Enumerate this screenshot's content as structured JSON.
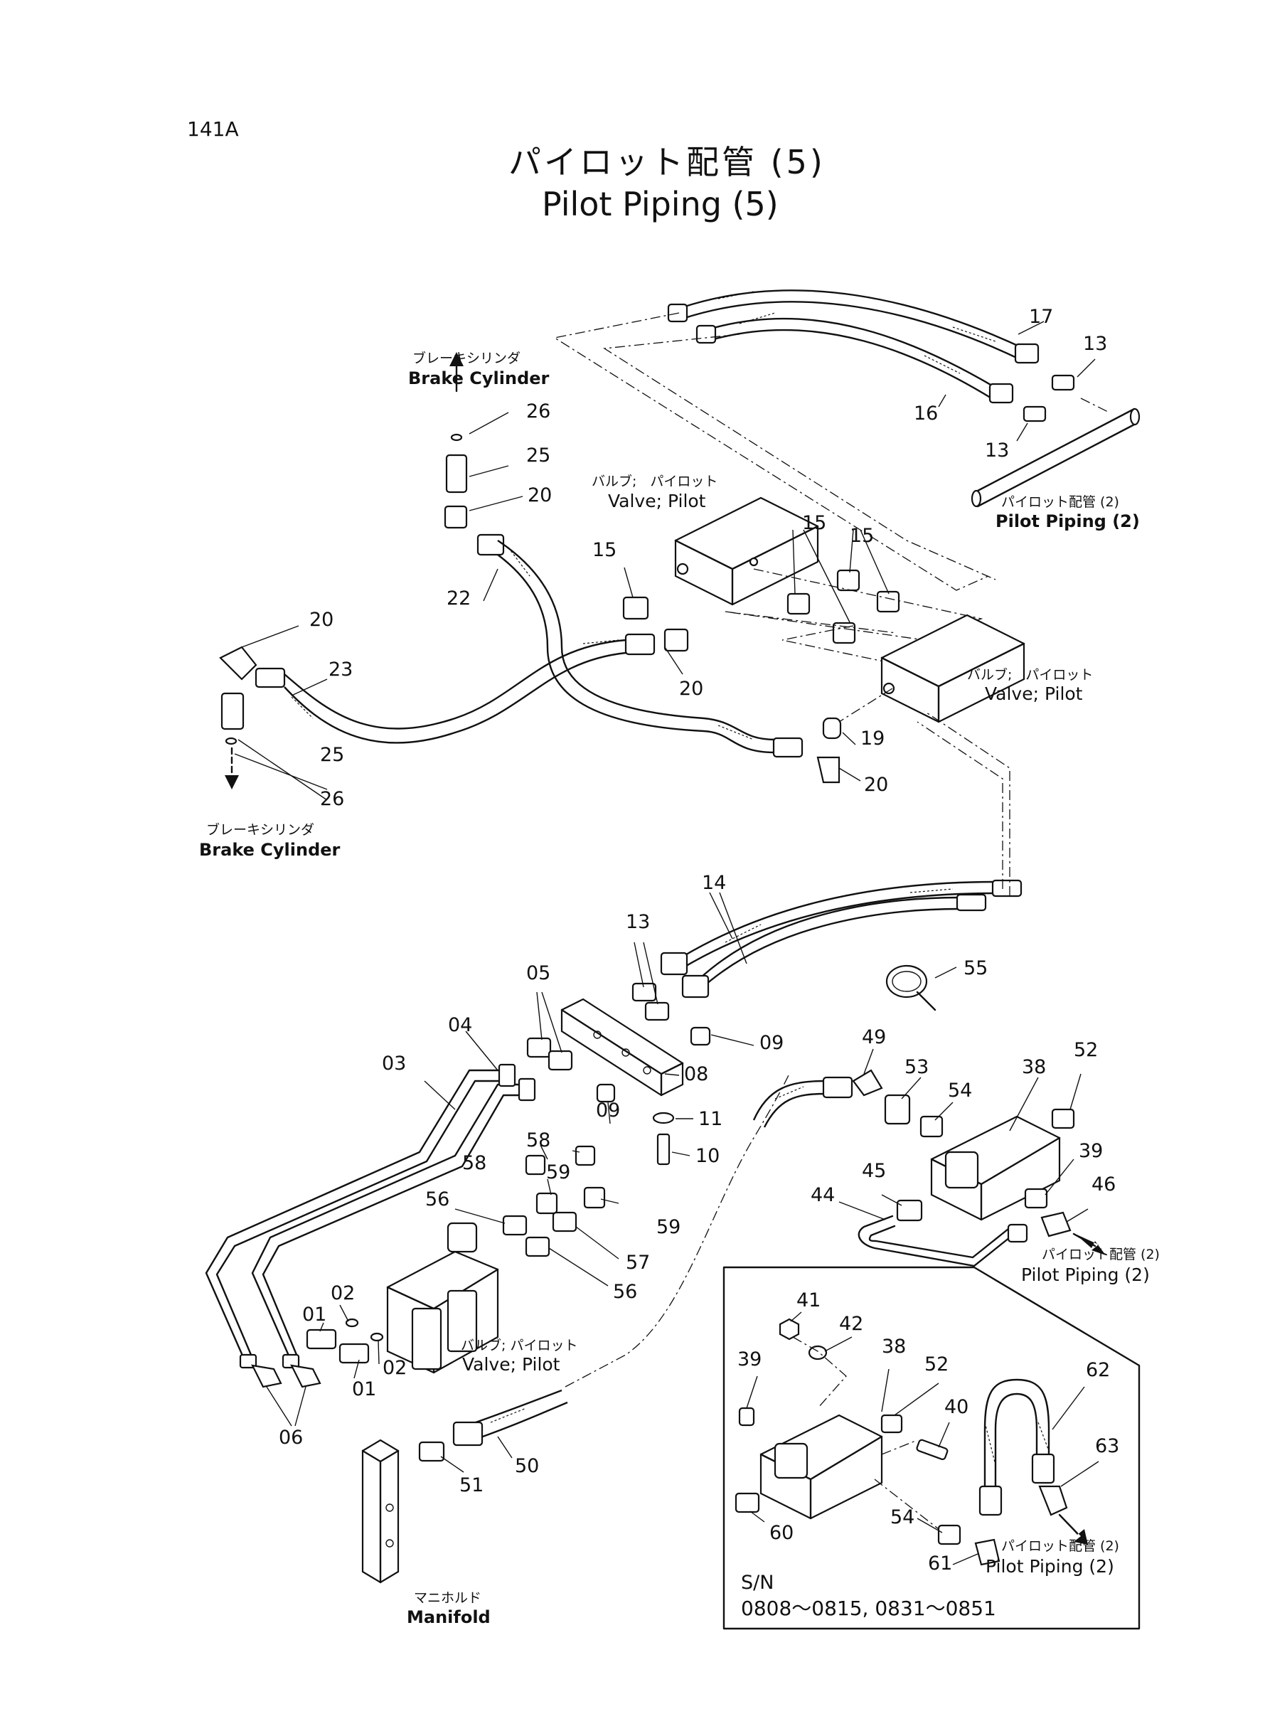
{
  "page_number": "141A",
  "title_ja": "パイロット配管 (5)",
  "title_en": "Pilot Piping (5)",
  "labels": {
    "brake_cylinder_top_ja": "ブレーキシリンダ",
    "brake_cylinder_top_en": "Brake Cylinder",
    "brake_cylinder_bottom_ja": "ブレーキシリンダ",
    "brake_cylinder_bottom_en": "Brake Cylinder",
    "valve_pilot_1_ja": "バルブ;　パイロット",
    "valve_pilot_1_en": "Valve; Pilot",
    "valve_pilot_2_ja": "バルブ;　パイロット",
    "valve_pilot_2_en": "Valve; Pilot",
    "valve_pilot_3_ja": "バルブ; パイロット",
    "valve_pilot_3_en": "Valve; Pilot",
    "pilot_piping_top_ja": "パイロット配管 (2)",
    "pilot_piping_top_en": "Pilot Piping (2)",
    "pilot_piping_mid_ja": "パイロット配管 (2)",
    "pilot_piping_mid_en": "Pilot Piping (2)",
    "pilot_piping_inset_ja": "パイロット配管 (2)",
    "pilot_piping_inset_en": "Pilot Piping (2)",
    "manifold_ja": "マニホルド",
    "manifold_en": "Manifold",
    "sn_label": "S/N",
    "sn_range": "0808～0815, 0831～0851"
  },
  "callouts": {
    "c17": "17",
    "c13a": "13",
    "c16": "16",
    "c13b": "13",
    "c26a": "26",
    "c25a": "25",
    "c20a": "20",
    "c22": "22",
    "c15a": "15",
    "c15b": "15",
    "c15c": "15",
    "c20b": "20",
    "c23": "23",
    "c20c": "20",
    "c25b": "25",
    "c26b": "26",
    "c19": "19",
    "c20d": "20",
    "c14": "14",
    "c13c": "13",
    "c55": "55",
    "c05": "05",
    "c04": "04",
    "c03": "03",
    "c09a": "09",
    "c08": "08",
    "c09b": "09",
    "c11": "11",
    "c10": "10",
    "c49": "49",
    "c53": "53",
    "c54a": "54",
    "c38a": "38",
    "c52a": "52",
    "c39a": "39",
    "c45": "45",
    "c44": "44",
    "c46": "46",
    "c58a": "58",
    "c58b": "58",
    "c59a": "59",
    "c59b": "59",
    "c56a": "56",
    "c57": "57",
    "c56b": "56",
    "c02a": "02",
    "c01a": "01",
    "c01b": "01",
    "c02b": "02",
    "c06": "06",
    "c50": "50",
    "c51": "51",
    "c41": "41",
    "c42": "42",
    "c38b": "38",
    "c39b": "39",
    "c52b": "52",
    "c40": "40",
    "c62": "62",
    "c63": "63",
    "c60": "60",
    "c54b": "54",
    "c61": "61"
  }
}
